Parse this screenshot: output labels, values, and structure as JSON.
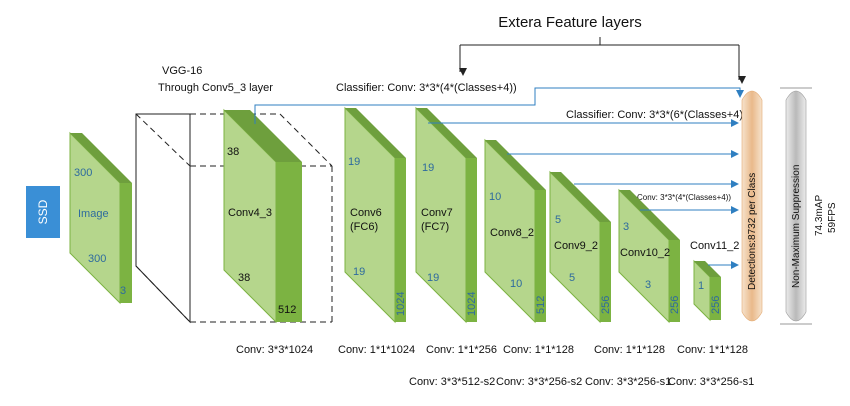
{
  "ssd_label": "SSD",
  "extra_feature_title": "Extera Feature layers",
  "vgg_title": "VGG-16",
  "vgg_subtitle": "Through Conv5_3 layer",
  "classifier_top": "Classifier: Conv: 3*3*(4*(Classes+4))",
  "classifier_mid": "Classifier: Conv: 3*3*(6*(Classes+4))",
  "classifier_small": "Conv: 3*3*(4*(Classes+4))",
  "detections_label": "Detections:8732 per Class",
  "nms_label": "Non-Maximum Suppression",
  "result_map": "74.3mAP",
  "result_fps": "59FPS",
  "image_block": {
    "name": "Image",
    "top": "300",
    "bottom": "300",
    "depth": "3"
  },
  "conv4_block": {
    "name": "Conv4_3",
    "top": "38",
    "bottom": "38",
    "depth": "512"
  },
  "conv6_block": {
    "name1": "Conv6",
    "name2": "(FC6)",
    "top": "19",
    "bottom": "19",
    "depth": "1024"
  },
  "conv7_block": {
    "name1": "Conv7",
    "name2": "(FC7)",
    "top": "19",
    "bottom": "19",
    "depth": "1024"
  },
  "conv8_block": {
    "name": "Conv8_2",
    "top": "10",
    "bottom": "10",
    "depth": "512"
  },
  "conv9_block": {
    "name": "Conv9_2",
    "top": "5",
    "bottom": "5",
    "depth": "256"
  },
  "conv10_block": {
    "name": "Conv10_2",
    "top": "3",
    "bottom": "3",
    "depth": "256"
  },
  "conv11_block": {
    "name": "Conv11_2",
    "top": "1",
    "depth": "256"
  },
  "conv_row1": [
    "Conv: 3*3*1024",
    "Conv: 1*1*1024",
    "Conv: 1*1*256",
    "Conv: 1*1*128",
    "Conv: 1*1*128",
    "Conv: 1*1*128"
  ],
  "conv_row2": [
    "Conv: 3*3*512-s2",
    "Conv: 3*3*256-s2",
    "Conv: 3*3*256-s1",
    "Conv: 3*3*256-s1"
  ],
  "colors": {
    "face": "#b5d68c",
    "face_dark": "#8cbd4e",
    "side": "#7cb342",
    "top": "#6e9f3d",
    "arrow": "#2f7fc1",
    "ssd_box": "#3a8fd6",
    "detections": "#f0c9a0",
    "nms": "#cfcfcf"
  }
}
